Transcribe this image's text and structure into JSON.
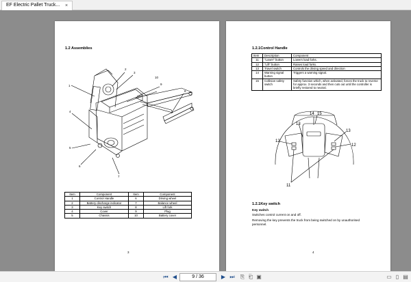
{
  "window": {
    "tab_title": "EF Electric Pallet Truck...",
    "tab_close": "×"
  },
  "toolbar": {
    "first_page": "⏮",
    "prev_page": "◀",
    "page_indicator": "9 / 36",
    "next_page": "▶",
    "last_page": "⏭",
    "page_icons": [
      "⎘",
      "⎗",
      "▣"
    ],
    "view_icons": [
      "▭",
      "▯",
      "▤"
    ]
  },
  "left_page": {
    "section_title": "1.2 Assemblies",
    "callouts": [
      "1",
      "2",
      "3",
      "4",
      "5",
      "6",
      "7",
      "8",
      "9",
      "10"
    ],
    "table": {
      "headers": [
        "Item",
        "Component",
        "Item",
        "Component"
      ],
      "rows": [
        [
          "1",
          "Control Handle",
          "6",
          "Driving wheel"
        ],
        [
          "2",
          "Battery discharge indicator",
          "7",
          "Balance wheel"
        ],
        [
          "3",
          "Key switch",
          "8",
          "Lift fork"
        ],
        [
          "4",
          "Cover",
          "9",
          "Plug"
        ],
        [
          "5",
          "Chassis",
          "10",
          "Battery cover"
        ]
      ]
    },
    "page_number": "3"
  },
  "right_page": {
    "section_title": "1.2.1Control Handle",
    "table": {
      "headers": [
        "Item",
        "Description",
        "Component"
      ],
      "rows": [
        [
          "11",
          "\"Lower\" button",
          "Lowers load forks."
        ],
        [
          "12",
          "\"Lift\" button",
          "Raises load forks."
        ],
        [
          "13",
          "Travel switch",
          "Controls the driving speed and direction"
        ],
        [
          "14",
          "Warning signal button",
          "Triggers a warning signal."
        ],
        [
          "15",
          "Collision safety switch",
          "Safety function which, when activated, forces the truck to reverse for approx. 3 seconds and then cuts out until the controller is briefly restored to neutral."
        ]
      ]
    },
    "figure_labels": [
      "13",
      "14",
      "15",
      "13",
      "12",
      "12",
      "11"
    ],
    "key_section_title": "1.2.1Key switch",
    "key_subtitle": "Key switch",
    "key_lines": [
      "Switches control current on and off.",
      "Removing the key prevents the truck from being switched on by unauthorised",
      "personnel."
    ],
    "page_number": "4"
  }
}
